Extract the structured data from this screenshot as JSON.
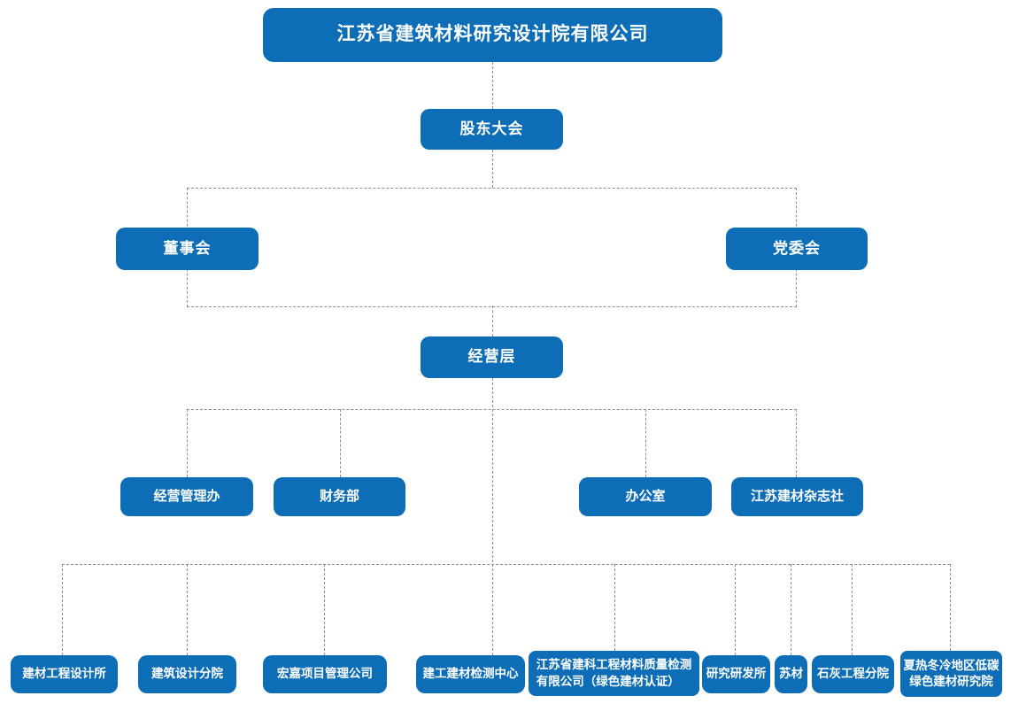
{
  "org_chart": {
    "accent_color": "#0d6db6",
    "connector_color": "#8f8f8f",
    "nodes": {
      "root": {
        "label": "江苏省建筑材料研究设计院有限公司"
      },
      "shareholders": {
        "label": "股东大会"
      },
      "board": {
        "label": "董事会"
      },
      "party_committee": {
        "label": "党委会"
      },
      "management": {
        "label": "经营层"
      },
      "mgmt_office": {
        "label": "经营管理办"
      },
      "finance_dept": {
        "label": "财务部"
      },
      "office": {
        "label": "办公室"
      },
      "magazine": {
        "label": "江苏建材杂志社"
      },
      "design_institute": {
        "label": "建材工程设计所"
      },
      "arch_branch": {
        "label": "建筑设计分院"
      },
      "hongjia": {
        "label": "宏嘉项目管理公司"
      },
      "testing_center": {
        "label": "建工建材检测中心"
      },
      "jianke": {
        "label": "江苏省建科工程材料质量检测\n有限公司（绿色建材认证）"
      },
      "rnd_institute": {
        "label": "研究研发所"
      },
      "sucai": {
        "label": "苏材"
      },
      "lime_branch": {
        "label": "石灰工程分院"
      },
      "low_carbon": {
        "label": "夏热冬冷地区低碳\n绿色建材研究院"
      }
    }
  }
}
